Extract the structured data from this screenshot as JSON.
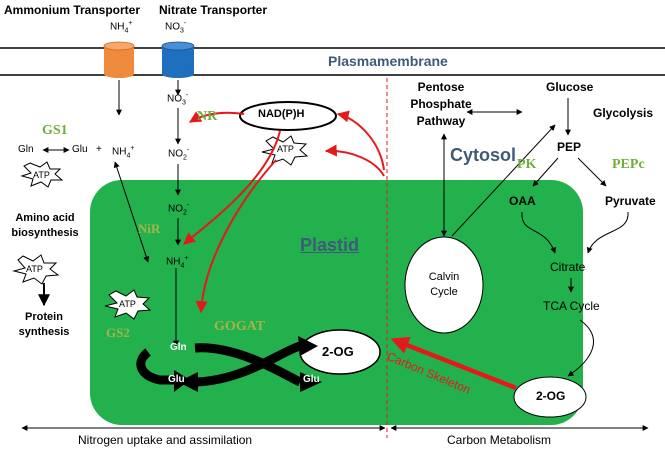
{
  "membrane": {
    "label": "Plasmamembrane",
    "ammonium_transporter": "Ammonium Transporter",
    "nitrate_transporter": "Nitrate Transporter",
    "nh4_ion": "NH",
    "nh4_sub": "4",
    "nh4_sup": "+",
    "no3_ion": "NO",
    "no3_sub": "3",
    "no3_sup": "-"
  },
  "nitrogen_path": {
    "no3_inside": "NO",
    "no3_inside_sub": "3",
    "no3_inside_sup": "-",
    "nr": "NR",
    "no2": "NO",
    "no2_sub": "2",
    "no2_sup": "-",
    "no2_plastid": "NO",
    "no2_plastid_sub": "2",
    "no2_plastid_sup": "-",
    "nir": "NiR",
    "nh4_plastid": "NH",
    "nh4_plastid_sub": "4",
    "nh4_plastid_sup": "+",
    "nadph": "NAD(P)H",
    "atp": "ATP"
  },
  "gs1": {
    "label": "GS1",
    "gln": "Gln",
    "glu": "Glu",
    "plus": "+",
    "nh4": "NH",
    "nh4_sub": "4",
    "nh4_sup": "+",
    "atp": "ATP"
  },
  "amino": {
    "title_line1": "Amino acid",
    "title_line2": "biosynthesis",
    "atp": "ATP",
    "protein_line1": "Protein",
    "protein_line2": "synthesis"
  },
  "plastid": {
    "label": "Plastid",
    "atp": "ATP",
    "gs2": "GS2",
    "gogat": "GOGAT",
    "gln": "Gln",
    "glu_left": "Glu",
    "glu_right": "Glu",
    "two_og": "2-OG",
    "calvin_line1": "Calvin",
    "calvin_line2": "Cycle"
  },
  "carbon": {
    "cytosol": "Cytosol",
    "ppp_line1": "Pentose",
    "ppp_line2": "Phosphate",
    "ppp_line3": "Pathway",
    "glucose": "Glucose",
    "glycolysis": "Glycolysis",
    "pep": "PEP",
    "pk": "PK",
    "pepc": "PEPc",
    "oaa": "OAA",
    "pyruvate": "Pyruvate",
    "citrate": "Citrate",
    "tca": "TCA Cycle",
    "two_og": "2-OG",
    "carbon_skeleton": "Carbon Skeleton"
  },
  "footer": {
    "nitrogen": "Nitrogen uptake and assimilation",
    "carbon": "Carbon Metabolism"
  },
  "colors": {
    "plastid_fill": "#22b14c",
    "red_arrow": "#e31a1c",
    "membrane_label": "#3f5a7a",
    "ammonium_transporter": "#ef8a3c",
    "nitrate_transporter": "#1f6fbf",
    "enzyme_green": "#6fae3a",
    "enzyme_olive": "#a7b24a"
  }
}
